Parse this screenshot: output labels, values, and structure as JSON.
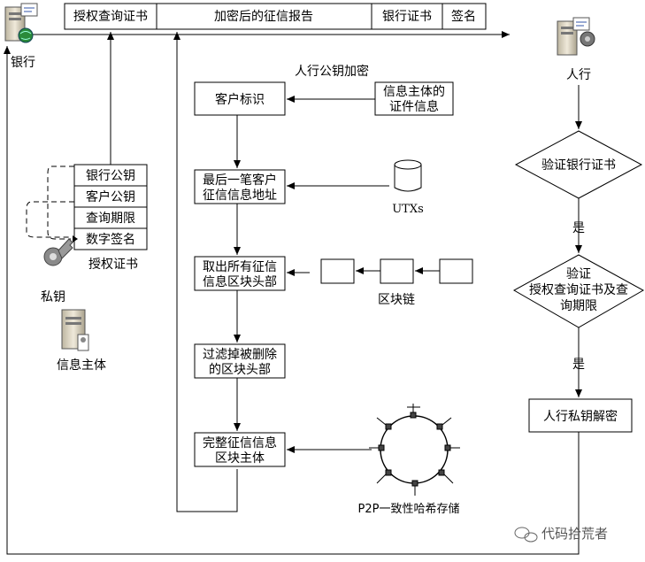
{
  "header_bar": [
    "授权查询证书",
    "加密后的征信报告",
    "银行证书",
    "签名"
  ],
  "actors": {
    "bank": "银行",
    "central_bank": "人行",
    "subject": "信息主体",
    "private_key": "私钥"
  },
  "auth_cert": {
    "fields": [
      "银行公钥",
      "客户公钥",
      "查询期限",
      "数字签名"
    ],
    "caption": "授权证书"
  },
  "center_flow": {
    "encrypt_label": "人行公钥加密",
    "steps": [
      [
        "客户标识"
      ],
      [
        "最后一笔客户",
        "征信信息地址"
      ],
      [
        "取出所有征信",
        "信息区块头部"
      ],
      [
        "过滤掉被删除",
        "的区块头部"
      ],
      [
        "完整征信信息",
        "区块主体"
      ]
    ]
  },
  "sources": {
    "id_info": [
      "信息主体的",
      "证件信息"
    ],
    "utxo": "UTXs",
    "blockchain": "区块链",
    "p2p": "P2P一致性哈希存储"
  },
  "right_flow": {
    "verify_bank_cert": "验证银行证书",
    "yes1": "是",
    "verify_auth": [
      "验证",
      "授权查询证书及查",
      "询期限"
    ],
    "yes2": "是",
    "decrypt": "人行私钥解密"
  },
  "watermark": "代码拾荒者",
  "colors": {
    "server_body": "#d9d2c0",
    "globe": "#2a8a3a",
    "key": "#8a8a8a"
  }
}
